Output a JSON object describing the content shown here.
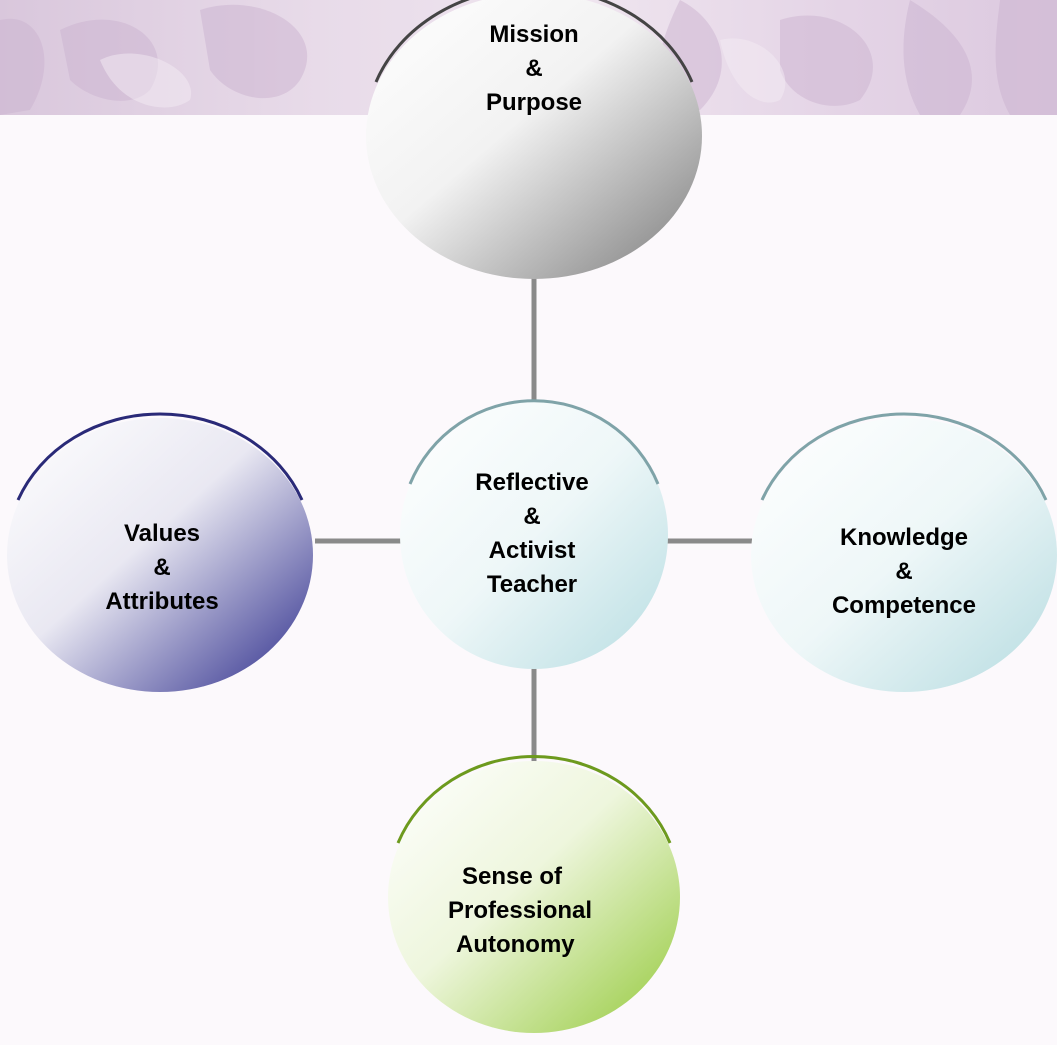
{
  "nodes": {
    "center": {
      "lines": [
        "Reflective",
        "&",
        "Activist",
        "Teacher"
      ]
    },
    "top": {
      "lines": [
        "Mission",
        "&",
        "Purpose"
      ]
    },
    "left": {
      "lines": [
        "Values",
        "&",
        "Attributes"
      ]
    },
    "right": {
      "lines": [
        "Knowledge",
        "&",
        "Competence"
      ]
    },
    "bottom": {
      "lines": [
        "Sense of",
        "Professional",
        "Autonomy"
      ]
    }
  },
  "colors": {
    "connector": "#8a8a8a",
    "banner": "#e4d6e7",
    "top_rim": "#444444",
    "left_rim": "#2a2a78",
    "center_rim": "#7fa3a8",
    "right_rim": "#7fa3a8",
    "bottom_rim": "#6d9a1e"
  }
}
